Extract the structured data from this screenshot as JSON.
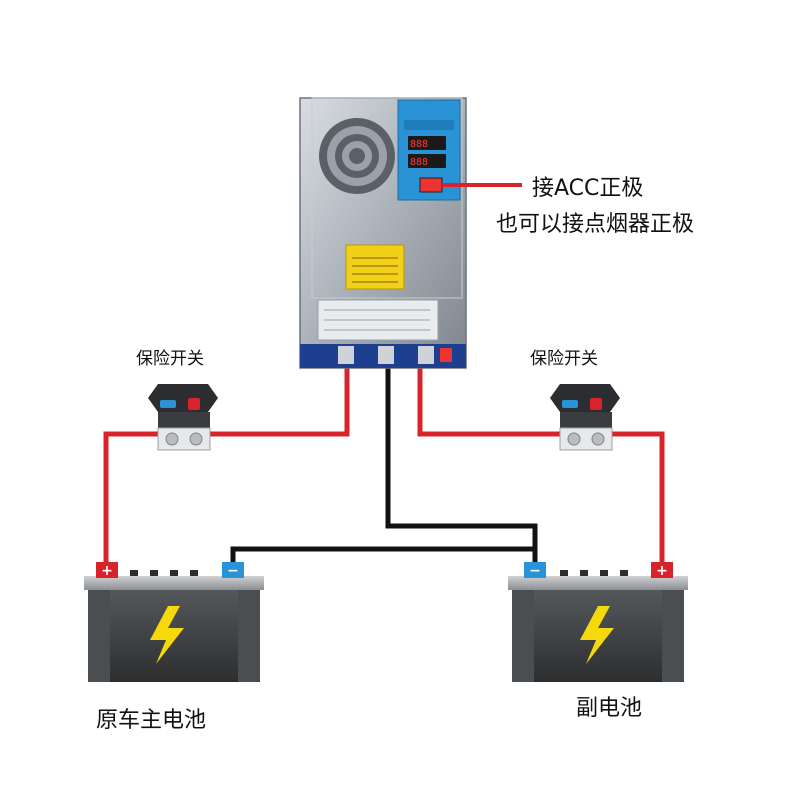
{
  "labels": {
    "acc_line1": "接ACC正极",
    "acc_line2": "也可以接点烟器正极",
    "fuse_left": "保险开关",
    "fuse_right": "保险开关",
    "main_battery": "原车主电池",
    "aux_battery": "副电池"
  },
  "terminals": {
    "plus": "+",
    "minus": "−"
  },
  "colors": {
    "positive_wire": "#d8232a",
    "negative_wire": "#111111",
    "battery_body": "#3b3d3f",
    "bolt": "#f5d90a",
    "panel_blue": "#2a93d5"
  }
}
